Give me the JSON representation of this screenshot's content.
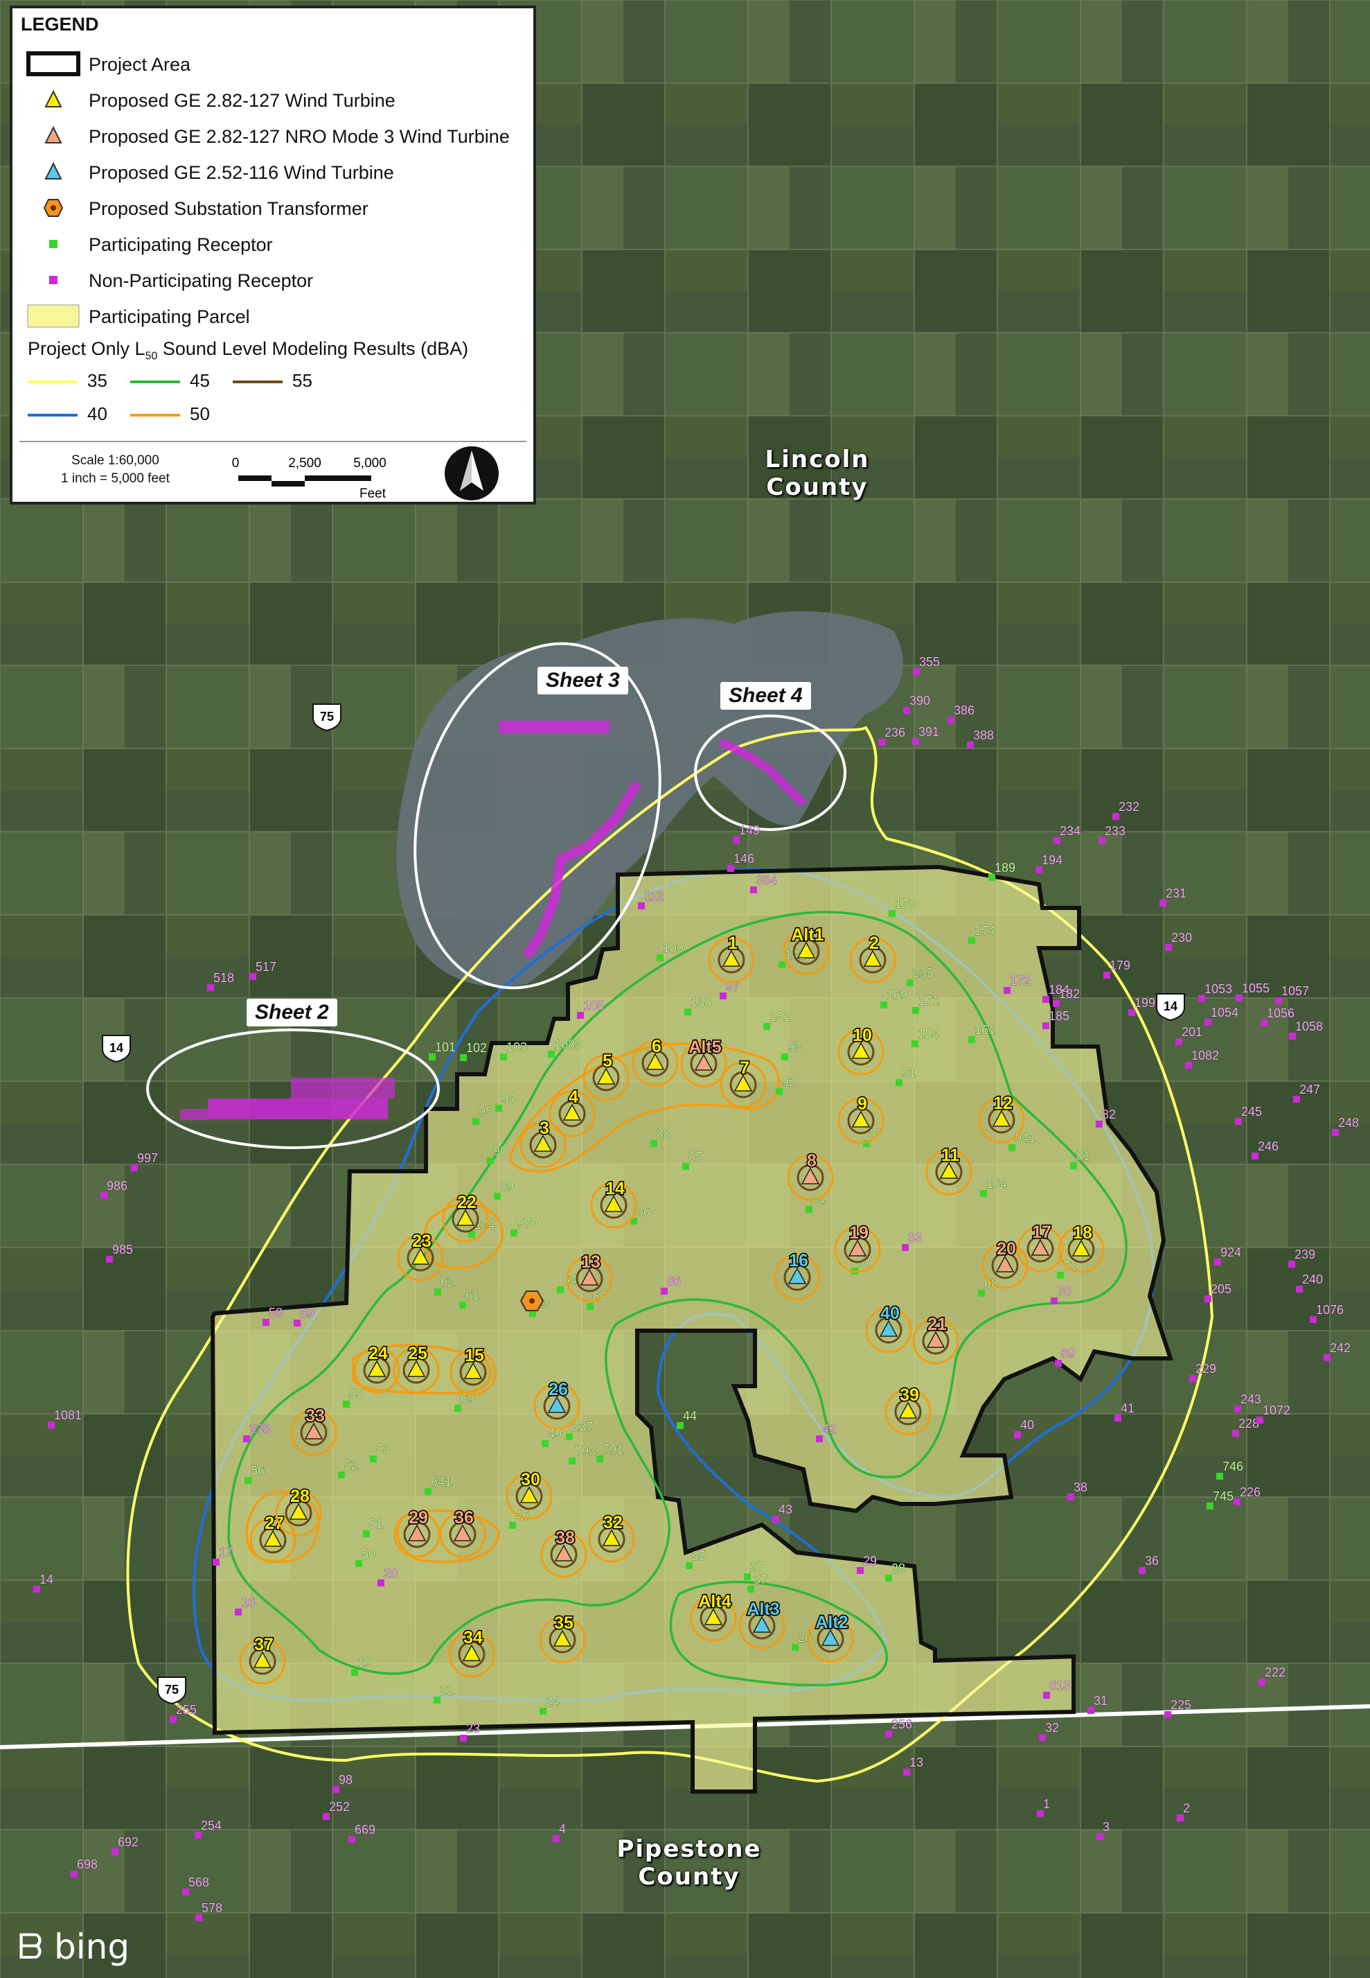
{
  "legend": {
    "title": "LEGEND",
    "items": [
      {
        "label": "Project Area",
        "icon": "project-area-box-icon"
      },
      {
        "label": "Proposed GE 2.82-127 Wind Turbine",
        "icon": "yellow-triangle-icon",
        "color": "#ffee00"
      },
      {
        "label": "Proposed GE 2.82-127 NRO Mode 3 Wind Turbine",
        "icon": "salmon-triangle-icon",
        "color": "#f4a582"
      },
      {
        "label": "Proposed GE 2.52-116 Wind Turbine",
        "icon": "cyan-triangle-icon",
        "color": "#5bc8e8"
      },
      {
        "label": "Proposed Substation Transformer",
        "icon": "substation-hexagon-icon",
        "color": "#f7941d"
      },
      {
        "label": "Participating Receptor",
        "icon": "green-square-icon",
        "color": "#39d62a"
      },
      {
        "label": "Non-Participating Receptor",
        "icon": "magenta-square-icon",
        "color": "#cc2ad8"
      },
      {
        "label": "Participating Parcel",
        "icon": "yellow-parcel-icon",
        "color": "#f7f79a"
      }
    ],
    "contour_title_pre": "Project Only L",
    "contour_title_sub": "50",
    "contour_title_post": " Sound Level Modeling Results (dBA)",
    "contours": [
      {
        "label": "35",
        "color": "#ffff66"
      },
      {
        "label": "40",
        "color": "#1f6fd8"
      },
      {
        "label": "45",
        "color": "#2db83a"
      },
      {
        "label": "50",
        "color": "#f39c12"
      },
      {
        "label": "55",
        "color": "#6b4a1c"
      }
    ],
    "scale_line1": "Scale 1:60,000",
    "scale_line2": "1 inch = 5,000 feet",
    "scale_ticks": [
      "0",
      "2,500",
      "5,000"
    ],
    "scale_unit": "Feet"
  },
  "counties": {
    "north_line1": "Lincoln",
    "north_line2": "County",
    "south_line1": "Pipestone",
    "south_line2": "County"
  },
  "sheets": [
    "Sheet 2",
    "Sheet 3",
    "Sheet 4"
  ],
  "roads": {
    "hwy14": "14",
    "hwy75": "75"
  },
  "attribution": "bing",
  "turbines": {
    "yellow": [
      [
        "1",
        1056,
        1385
      ],
      [
        "2",
        1260,
        1385
      ],
      [
        "3",
        784,
        1652
      ],
      [
        "4",
        826,
        1607
      ],
      [
        "5",
        875,
        1555
      ],
      [
        "6",
        946,
        1534
      ],
      [
        "7",
        1073,
        1565
      ],
      [
        "9",
        1243,
        1617
      ],
      [
        "10",
        1243,
        1518
      ],
      [
        "11",
        1370,
        1691
      ],
      [
        "12",
        1446,
        1616
      ],
      [
        "14",
        886,
        1739
      ],
      [
        "15",
        683,
        1980
      ],
      [
        "18",
        1561,
        1803
      ],
      [
        "22",
        672,
        1759
      ],
      [
        "23",
        607,
        1815
      ],
      [
        "24",
        544,
        1977
      ],
      [
        "25",
        601,
        1977
      ],
      [
        "27",
        394,
        2222
      ],
      [
        "28",
        431,
        2183
      ],
      [
        "30",
        764,
        2159
      ],
      [
        "32",
        883,
        2221
      ],
      [
        "34",
        681,
        2387
      ],
      [
        "35",
        812,
        2366
      ],
      [
        "37",
        379,
        2397
      ],
      [
        "39",
        1311,
        2037
      ],
      [
        "Alt1",
        1164,
        1373
      ],
      [
        "Alt4",
        1030,
        2335
      ]
    ],
    "salmon": [
      [
        "8",
        1170,
        1699
      ],
      [
        "13",
        851,
        1845
      ],
      [
        "17",
        1502,
        1802
      ],
      [
        "19",
        1238,
        1803
      ],
      [
        "20",
        1451,
        1826
      ],
      [
        "21",
        1351,
        1935
      ],
      [
        "29",
        602,
        2214
      ],
      [
        "33",
        453,
        2067
      ],
      [
        "36",
        668,
        2214
      ],
      [
        "38",
        814,
        2243
      ],
      [
        "Alt5",
        1016,
        1535
      ]
    ],
    "cyan": [
      [
        "16",
        1151,
        1843
      ],
      [
        "26",
        804,
        2029
      ],
      [
        "40",
        1283,
        1919
      ],
      [
        "Alt2",
        1199,
        2365
      ],
      [
        "Alt3",
        1100,
        2346
      ]
    ]
  },
  "substation": [
    768,
    1877
  ],
  "receptors": {
    "participating": [
      [
        "19",
        512,
        2413
      ],
      [
        "22",
        631,
        2453
      ],
      [
        "24",
        784,
        2469
      ],
      [
        "25",
        995,
        2259
      ],
      [
        "26",
        1148,
        2377
      ],
      [
        "27",
        1079,
        2275
      ],
      [
        "28",
        1283,
        2277
      ],
      [
        "37",
        1084,
        2293
      ],
      [
        "44",
        982,
        2057
      ],
      [
        "46",
        740,
        2201
      ],
      [
        "49",
        787,
        2083
      ],
      [
        "50",
        518,
        2256
      ],
      [
        "51",
        529,
        2213
      ],
      [
        "52",
        493,
        2128
      ],
      [
        "53",
        539,
        2105
      ],
      [
        "55",
        500,
        2026
      ],
      [
        "56",
        358,
        2136
      ],
      [
        "61",
        668,
        1883
      ],
      [
        "62",
        632,
        1864
      ],
      [
        "63",
        769,
        1895
      ],
      [
        "64",
        809,
        1861
      ],
      [
        "65",
        852,
        1885
      ],
      [
        "67",
        1234,
        1834
      ],
      [
        "68",
        1417,
        1866
      ],
      [
        "69",
        661,
        2032
      ],
      [
        "71",
        1531,
        1840
      ],
      [
        "81",
        1550,
        1682
      ],
      [
        "84",
        1168,
        1745
      ],
      [
        "85",
        1251,
        1650
      ],
      [
        "86",
        915,
        1762
      ],
      [
        "87",
        990,
        1683
      ],
      [
        "88",
        944,
        1650
      ],
      [
        "89",
        718,
        1726
      ],
      [
        "90",
        708,
        1675
      ],
      [
        "91",
        1298,
        1562
      ],
      [
        "92",
        1125,
        1575
      ],
      [
        "93",
        1133,
        1525
      ],
      [
        "94",
        720,
        1599
      ],
      [
        "95",
        687,
        1618
      ],
      [
        "101",
        624,
        1525
      ],
      [
        "102",
        669,
        1526
      ],
      [
        "103",
        727,
        1525
      ],
      [
        "109",
        953,
        1382
      ],
      [
        "138",
        993,
        1460
      ],
      [
        "141",
        1129,
        1392
      ],
      [
        "151",
        1107,
        1481
      ],
      [
        "154",
        1321,
        1506
      ],
      [
        "161",
        1403,
        1500
      ],
      [
        "164",
        1420,
        1722
      ],
      [
        "169",
        1276,
        1450
      ],
      [
        "171",
        1322,
        1458
      ],
      [
        "174",
        1403,
        1357
      ],
      [
        "178",
        1288,
        1318
      ],
      [
        "189",
        1432,
        1266
      ],
      [
        "235",
        1314,
        1418
      ],
      [
        "237",
        822,
        2073
      ],
      [
        "244",
        681,
        1781
      ],
      [
        "641",
        618,
        2152
      ],
      [
        "791",
        866,
        2105
      ],
      [
        "793",
        826,
        2108
      ],
      [
        "941",
        1461,
        1656
      ],
      [
        "970",
        742,
        1779
      ],
      [
        "1083",
        796,
        1521
      ],
      [
        "745",
        1747,
        2173
      ],
      [
        "746",
        1761,
        2130
      ]
    ],
    "non_participating": [
      [
        "1",
        1502,
        2617
      ],
      [
        "2",
        1704,
        2623
      ],
      [
        "3",
        1588,
        2650
      ],
      [
        "4",
        803,
        2653
      ],
      [
        "13",
        1309,
        2557
      ],
      [
        "14",
        53,
        2293
      ],
      [
        "16",
        344,
        2326
      ],
      [
        "17",
        312,
        2254
      ],
      [
        "20",
        550,
        2284
      ],
      [
        "23",
        669,
        2508
      ],
      [
        "29",
        1242,
        2266
      ],
      [
        "31",
        1575,
        2468
      ],
      [
        "32",
        1505,
        2507
      ],
      [
        "36",
        1649,
        2266
      ],
      [
        "38",
        1546,
        2160
      ],
      [
        "40",
        1469,
        2070
      ],
      [
        "41",
        1614,
        2046
      ],
      [
        "42",
        1183,
        2076
      ],
      [
        "43",
        1120,
        2192
      ],
      [
        "58",
        384,
        1908
      ],
      [
        "59",
        429,
        1909
      ],
      [
        "66",
        959,
        1863
      ],
      [
        "69",
        1528,
        1967
      ],
      [
        "70",
        1522,
        1877
      ],
      [
        "82",
        1587,
        1622
      ],
      [
        "83",
        1307,
        1800
      ],
      [
        "97",
        1044,
        1437
      ],
      [
        "98",
        485,
        2582
      ],
      [
        "105",
        838,
        1465
      ],
      [
        "112",
        926,
        1307
      ],
      [
        "146",
        1055,
        1253
      ],
      [
        "149",
        1063,
        1212
      ],
      [
        "172",
        1454,
        1429
      ],
      [
        "179",
        1598,
        1407
      ],
      [
        "182",
        1525,
        1448
      ],
      [
        "184",
        1510,
        1442
      ],
      [
        "185",
        1510,
        1480
      ],
      [
        "194",
        1500,
        1255
      ],
      [
        "199",
        1634,
        1461
      ],
      [
        "201",
        1702,
        1503
      ],
      [
        "205",
        1744,
        1874
      ],
      [
        "222",
        1822,
        2427
      ],
      [
        "225",
        1686,
        2474
      ],
      [
        "226",
        1786,
        2167
      ],
      [
        "228",
        1784,
        2068
      ],
      [
        "229",
        1722,
        1989
      ],
      [
        "230",
        1687,
        1367
      ],
      [
        "231",
        1679,
        1303
      ],
      [
        "232",
        1611,
        1178
      ],
      [
        "233",
        1591,
        1213
      ],
      [
        "234",
        1526,
        1213
      ],
      [
        "236",
        1273,
        1071
      ],
      [
        "238",
        356,
        2076
      ],
      [
        "239",
        1865,
        1824
      ],
      [
        "240",
        1876,
        1860
      ],
      [
        "242",
        1916,
        1959
      ],
      [
        "243",
        1787,
        2033
      ],
      [
        "245",
        1788,
        1618
      ],
      [
        "246",
        1812,
        1668
      ],
      [
        "247",
        1872,
        1586
      ],
      [
        "248",
        1928,
        1634
      ],
      [
        "252",
        471,
        2621
      ],
      [
        "254",
        286,
        2648
      ],
      [
        "255",
        250,
        2481
      ],
      [
        "256",
        1283,
        2502
      ],
      [
        "355",
        1323,
        969
      ],
      [
        "384",
        1088,
        1284
      ],
      [
        "386",
        1373,
        1039
      ],
      [
        "388",
        1401,
        1075
      ],
      [
        "390",
        1309,
        1025
      ],
      [
        "391",
        1322,
        1070
      ],
      [
        "517",
        365,
        1409
      ],
      [
        "518",
        304,
        1425
      ],
      [
        "568",
        268,
        2730
      ],
      [
        "578",
        287,
        2767
      ],
      [
        "613",
        1511,
        2446
      ],
      [
        "669",
        508,
        2654
      ],
      [
        "692",
        166,
        2672
      ],
      [
        "698",
        107,
        2704
      ],
      [
        "924",
        1758,
        1821
      ],
      [
        "985",
        158,
        1817
      ],
      [
        "986",
        150,
        1725
      ],
      [
        "997",
        194,
        1685
      ],
      [
        "1053",
        1735,
        1441
      ],
      [
        "1054",
        1744,
        1475
      ],
      [
        "1055",
        1789,
        1440
      ],
      [
        "1056",
        1825,
        1476
      ],
      [
        "1057",
        1846,
        1444
      ],
      [
        "1058",
        1866,
        1495
      ],
      [
        "1072",
        1819,
        2049
      ],
      [
        "1076",
        1896,
        1904
      ],
      [
        "1081",
        74,
        2056
      ],
      [
        "1082",
        1716,
        1537
      ]
    ]
  }
}
